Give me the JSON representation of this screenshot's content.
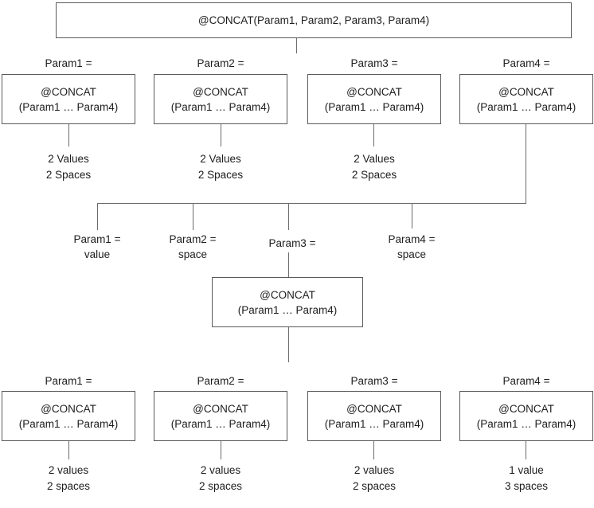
{
  "colors": {
    "line": "#6b6b6b",
    "box_border": "#5a5a5a",
    "text": "#1d1d1d",
    "background": "#ffffff"
  },
  "root": {
    "formula": "@CONCAT(Param1, Param2, Param3, Param4)"
  },
  "level2": [
    {
      "label": "Param1 =",
      "box_line1": "@CONCAT",
      "box_line2": "(Param1 … Param4)",
      "result1": "2 Values",
      "result2": "2 Spaces"
    },
    {
      "label": "Param2 =",
      "box_line1": "@CONCAT",
      "box_line2": "(Param1 … Param4)",
      "result1": "2 Values",
      "result2": "2 Spaces"
    },
    {
      "label": "Param3 =",
      "box_line1": "@CONCAT",
      "box_line2": "(Param1 … Param4)",
      "result1": "2 Values",
      "result2": "2 Spaces"
    },
    {
      "label": "Param4 =",
      "box_line1": "@CONCAT",
      "box_line2": "(Param1 … Param4)"
    }
  ],
  "level3": [
    {
      "label": "Param1 =",
      "value": "value"
    },
    {
      "label": "Param2 =",
      "value": "space"
    },
    {
      "label": "Param3 =",
      "value": ""
    },
    {
      "label": "Param4 =",
      "value": "space"
    }
  ],
  "level3_box": {
    "box_line1": "@CONCAT",
    "box_line2": "(Param1 … Param4)"
  },
  "level4": [
    {
      "label": "Param1 =",
      "box_line1": "@CONCAT",
      "box_line2": "(Param1 … Param4)",
      "result1": "2 values",
      "result2": "2 spaces"
    },
    {
      "label": "Param2 =",
      "box_line1": "@CONCAT",
      "box_line2": "(Param1 … Param4)",
      "result1": "2 values",
      "result2": "2 spaces"
    },
    {
      "label": "Param3 =",
      "box_line1": "@CONCAT",
      "box_line2": "(Param1 … Param4)",
      "result1": "2 values",
      "result2": "2 spaces"
    },
    {
      "label": "Param4 =",
      "box_line1": "@CONCAT",
      "box_line2": "(Param1 … Param4)",
      "result1": "1 value",
      "result2": "3 spaces"
    }
  ]
}
